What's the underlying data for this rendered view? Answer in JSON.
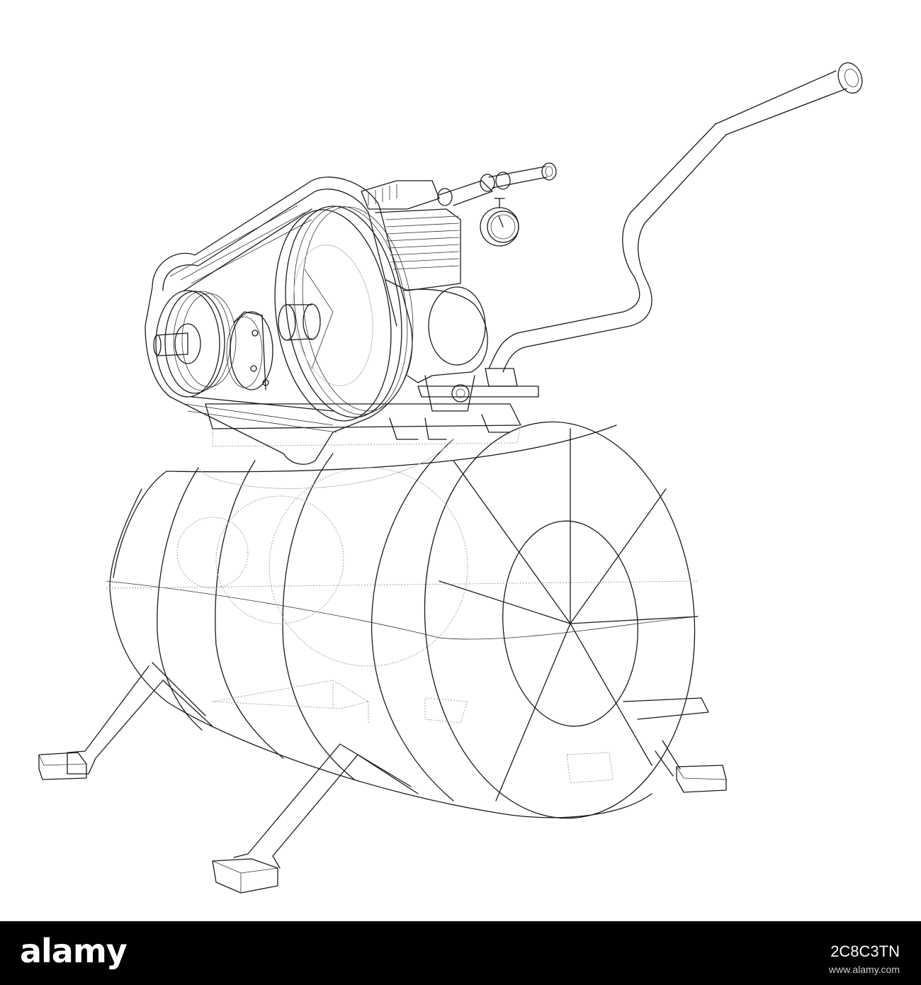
{
  "image": {
    "subject": "air-compressor-wireframe",
    "background_color": "#ffffff",
    "line_color": "#1a1a1a"
  },
  "banner": {
    "background_color": "#000000",
    "logo_text": "alamy",
    "image_id": "2C8C3TN",
    "url": "www.alamy.com"
  }
}
